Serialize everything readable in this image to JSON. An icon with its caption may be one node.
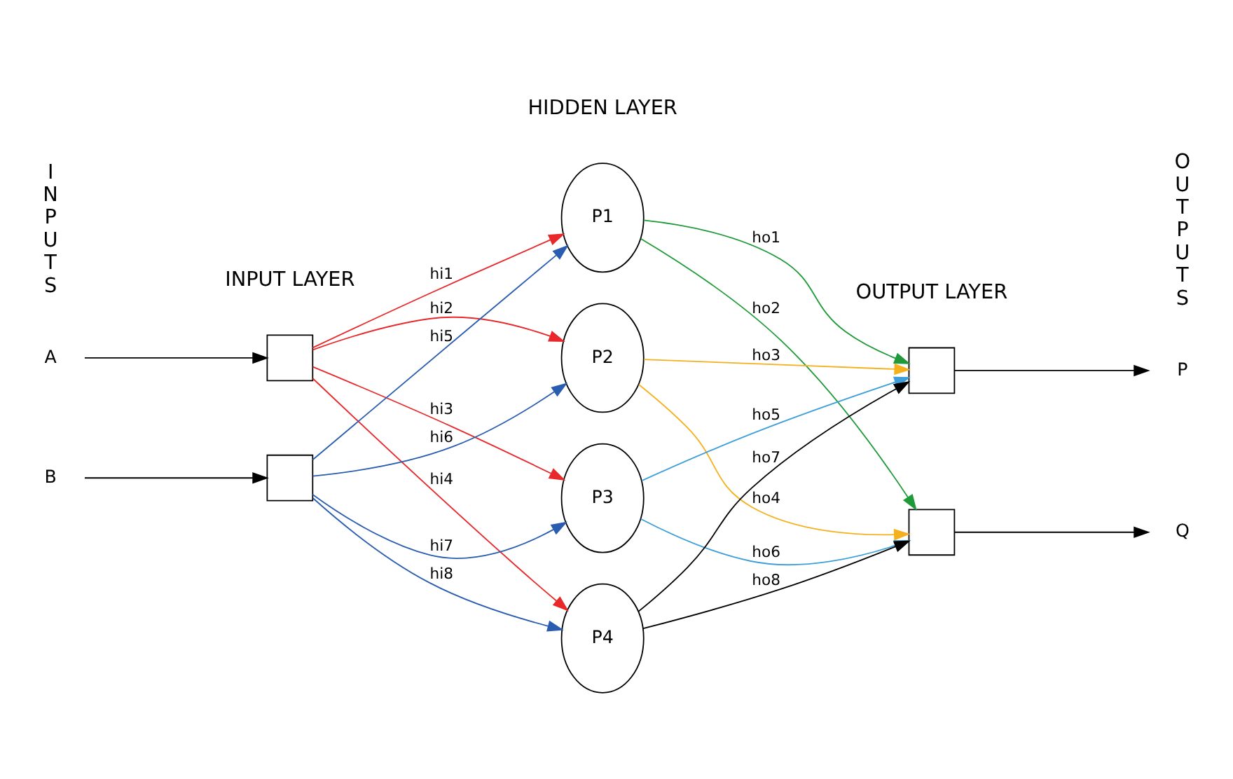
{
  "diagram": {
    "nodes": [
      {
        "text": [
          "A"
        ]
      },
      {
        "text": [
          "B"
        ]
      },
      {
        "text": [],
        "shape": "box"
      },
      {
        "text": [],
        "shape": "box"
      },
      {
        "text": [
          "P1"
        ]
      },
      {
        "text": [
          "P2"
        ]
      },
      {
        "text": [
          "P3"
        ]
      },
      {
        "text": [
          "P4"
        ]
      },
      {
        "text": [],
        "shape": "box"
      },
      {
        "text": [],
        "shape": "box"
      },
      {
        "text": [
          "P"
        ]
      },
      {
        "text": [
          "Q"
        ]
      }
    ],
    "edges": [
      {
        "from": 0,
        "to": 2,
        "arrow": "to"
      },
      {
        "from": 1,
        "to": 3,
        "arrow": "to"
      },
      {
        "from": 2,
        "to": 4,
        "arrow": "to",
        "label": "hi1",
        "color": "#e8282a"
      },
      {
        "from": 2,
        "to": 5,
        "arrow": "to",
        "label": "hi2",
        "color": "#e8282a"
      },
      {
        "from": 2,
        "to": 6,
        "arrow": "to",
        "label": "hi3",
        "color": "#e8282a"
      },
      {
        "from": 2,
        "to": 7,
        "arrow": "to",
        "label": "hi4",
        "color": "#e8282a"
      },
      {
        "from": 3,
        "to": 4,
        "arrow": "to",
        "label": "hi5",
        "color": "#2a5db0"
      },
      {
        "from": 3,
        "to": 5,
        "arrow": "to",
        "label": "hi6",
        "color": "#2a5db0"
      },
      {
        "from": 3,
        "to": 6,
        "arrow": "to",
        "label": "hi7",
        "color": "#2a5db0"
      },
      {
        "from": 3,
        "to": 7,
        "arrow": "to",
        "label": "hi8",
        "color": "#2a5db0"
      },
      {
        "from": 4,
        "to": 8,
        "arrow": "to",
        "label": "ho1",
        "color": "#1f9a3a"
      },
      {
        "from": 4,
        "to": 9,
        "arrow": "to",
        "label": "ho2",
        "color": "#1f9a3a"
      },
      {
        "from": 5,
        "to": 8,
        "arrow": "to",
        "label": "ho3",
        "color": "#f5b01e"
      },
      {
        "from": 5,
        "to": 9,
        "arrow": "to",
        "label": "ho4",
        "color": "#f5b01e"
      },
      {
        "from": 6,
        "to": 8,
        "arrow": "to",
        "label": "ho5",
        "color": "#3f9fd8"
      },
      {
        "from": 6,
        "to": 9,
        "arrow": "to",
        "label": "ho6",
        "color": "#3f9fd8"
      },
      {
        "from": 7,
        "to": 8,
        "arrow": "to",
        "label": "ho7"
      },
      {
        "from": 7,
        "to": 9,
        "arrow": "to",
        "label": "ho8"
      },
      {
        "from": 8,
        "to": 10,
        "arrow": "to"
      },
      {
        "from": 9,
        "to": 11,
        "arrow": "to"
      }
    ],
    "labels": [
      "INPUTS",
      "OUTPUTS",
      "INPUT LAYER",
      "HIDDEN LAYER",
      "OUTPUT LAYER"
    ]
  }
}
